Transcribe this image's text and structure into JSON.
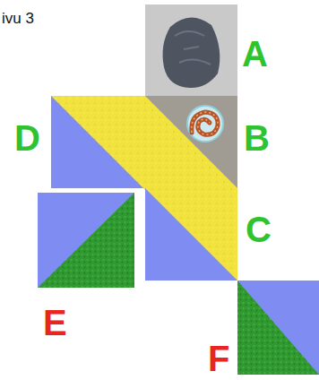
{
  "diagram": {
    "labels": [
      "ivu 3",
      "A",
      "D",
      "B",
      "C",
      "E",
      "F"
    ]
  }
}
